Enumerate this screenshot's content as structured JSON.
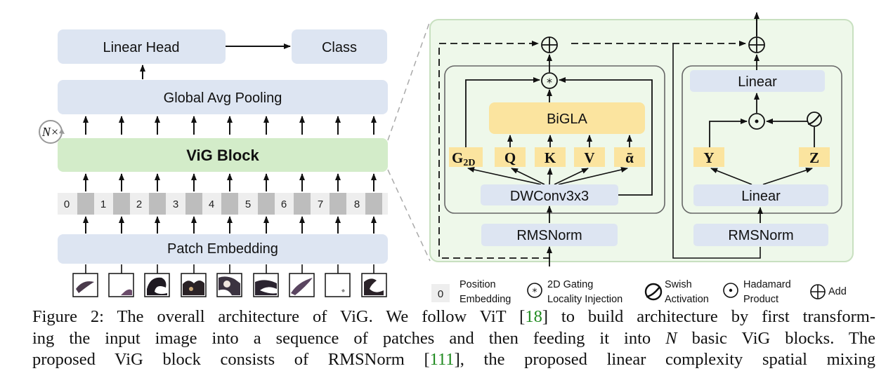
{
  "left": {
    "linear_head": "Linear Head",
    "class": "Class",
    "global_avg_pooling": "Global Avg Pooling",
    "repeat_label": "N×",
    "vig_block": "ViG Block",
    "patch_embedding": "Patch Embedding",
    "position_numbers": [
      "0",
      "1",
      "2",
      "3",
      "4",
      "5",
      "6",
      "7",
      "8"
    ]
  },
  "right": {
    "bigla": "BiGLA",
    "dwconv": "DWConv3x3",
    "rmsnorm_left": "RMSNorm",
    "rmsnorm_right": "RMSNorm",
    "linear_top": "Linear",
    "linear_bottom": "Linear",
    "g2d": "G",
    "g2d_sub": "2D",
    "q": "Q",
    "k": "K",
    "v": "V",
    "alpha": "ᾱ",
    "y": "Y",
    "z": "Z"
  },
  "legend": {
    "zero": "0",
    "position_l1": "Position",
    "position_l2": "Embedding",
    "gating_l1": "2D Gating",
    "gating_l2": "Locality Injection",
    "swish_l1": "Swish",
    "swish_l2": "Activation",
    "hadamard_l1": "Hadamard",
    "hadamard_l2": "Product",
    "add": "Add"
  },
  "caption": {
    "p1": "Figure 2: The overall architecture of ViG. We follow ViT [",
    "c1": "18",
    "p2": "] to build architecture by first transform-",
    "p3": "ing the input image into a sequence of patches and then feeding it into ",
    "n": "N",
    "p4": " basic ViG blocks. The",
    "p5": "proposed ViG block consists of RMSNorm [",
    "c2": "111",
    "p6": "], the proposed linear complexity spatial mixing"
  },
  "colors": {
    "blue_box": "#dde5f2",
    "green_box": "#d3ecc9",
    "yellow_box": "#fbe49f",
    "panel_bg": "#eef8ea",
    "patch_gray": "#bdbdbd",
    "citation": "#1f8a1f"
  }
}
